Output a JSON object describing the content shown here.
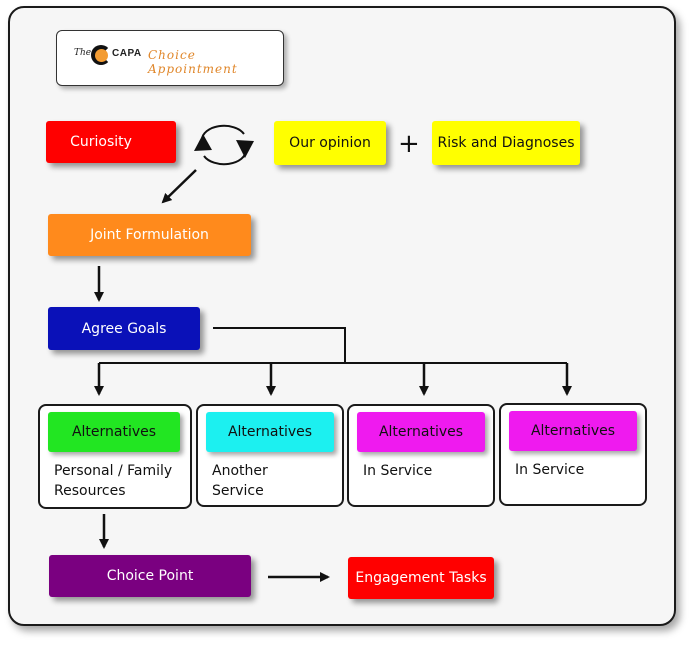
{
  "logo": {
    "prefix": "The",
    "brand": "CAPA",
    "tagline": "Choice Appointment"
  },
  "nodes": {
    "curiosity": "Curiosity",
    "our_opinion": "Our opinion",
    "plus": "+",
    "risk_diagnoses": "Risk and Diagnoses",
    "joint_formulation": "Joint Formulation",
    "agree_goals": "Agree Goals",
    "choice_point": "Choice Point",
    "engagement_tasks": "Engagement Tasks"
  },
  "alternatives": [
    {
      "label": "Alternatives",
      "detail_line1": "Personal / Family",
      "detail_line2": "Resources",
      "color": "#22e622"
    },
    {
      "label": "Alternatives",
      "detail_line1": "Another",
      "detail_line2": "Service",
      "color": "#1cf0f0"
    },
    {
      "label": "Alternatives",
      "detail_line1": "In Service",
      "detail_line2": "",
      "color": "#ef1aef"
    },
    {
      "label": "Alternatives",
      "detail_line1": "In Service",
      "detail_line2": "",
      "color": "#ef1aef"
    }
  ],
  "colors": {
    "curiosity": "#ff0000",
    "our_opinion": "#ffff00",
    "risk_diagnoses": "#ffff00",
    "joint_formulation": "#ff8a1c",
    "agree_goals": "#0a11b8",
    "choice_point": "#7a0080",
    "engagement_tasks": "#ff0000",
    "logo_accent": "#f39c33"
  }
}
